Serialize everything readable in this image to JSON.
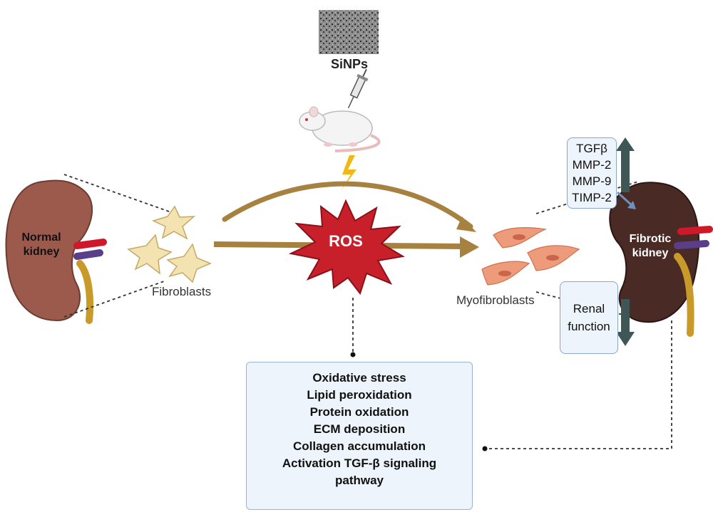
{
  "top": {
    "agent_label": "SiNPs"
  },
  "center": {
    "ros_label": "ROS"
  },
  "left": {
    "kidney_label_line1": "Normal",
    "kidney_label_line2": "kidney",
    "cells_label": "Fibroblasts"
  },
  "right": {
    "kidney_label_line1": "Fibrotic",
    "kidney_label_line2": "kidney",
    "cells_label": "Myofibroblasts",
    "markers": [
      "TGFβ",
      "MMP-2",
      "MMP-9",
      "TIMP-2"
    ],
    "renal_line1": "Renal",
    "renal_line2": "function"
  },
  "effects": [
    "Oxidative stress",
    "Lipid peroxidation",
    "Protein oxidation",
    "ECM deposition",
    "Collagen accumulation",
    "Activation TGF-β signaling",
    "pathway"
  ],
  "colors": {
    "normal_kidney": "#9b5a4c",
    "fibrotic_kidney": "#4a2a25",
    "ros_burst": "#c8202b",
    "arrow": "#a6813f",
    "fibroblast": "#f3e3b0",
    "myofibroblast": "#ee9b7c",
    "box_fill": "#eef4fb",
    "up_down_arrow": "#3f5656"
  }
}
